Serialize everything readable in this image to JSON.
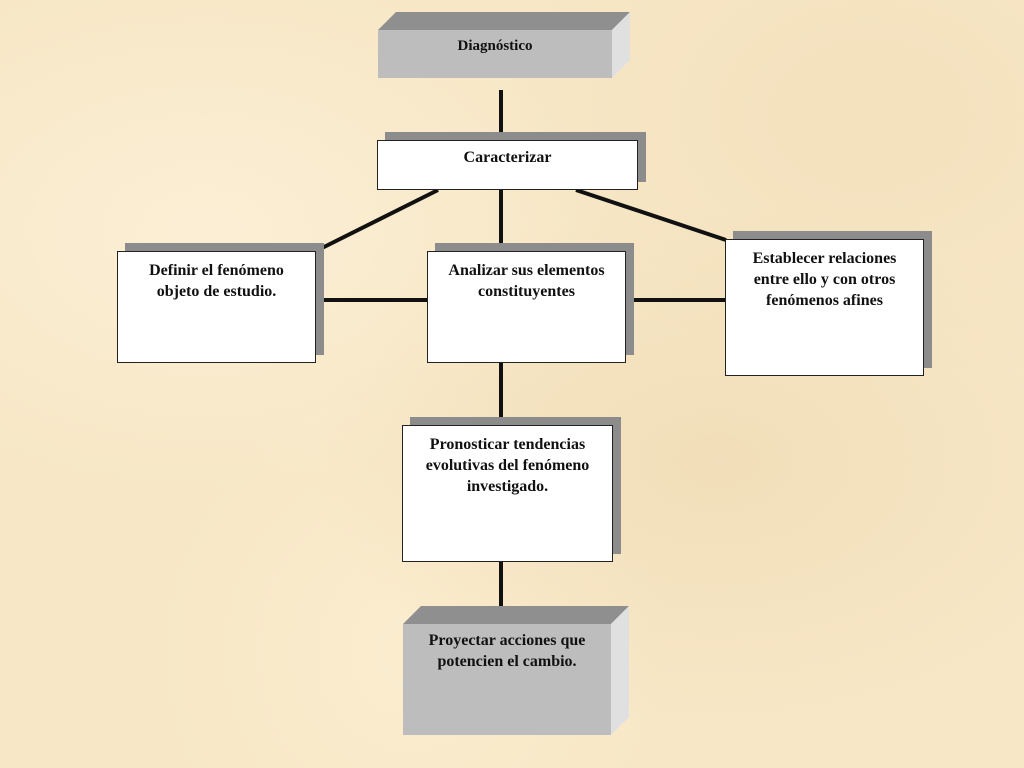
{
  "nodes": {
    "diagnostico": "Diagnóstico",
    "caracterizar": "Caracterizar",
    "definir": "Definir el fenómeno objeto de estudio.",
    "analizar": "Analizar sus elementos constituyentes",
    "establecer": "Establecer relaciones entre ello y con otros fenómenos afines",
    "pronosticar": "Pronosticar tendencias evolutivas del fenómeno investigado.",
    "proyectar": "Proyectar acciones que potencien el cambio."
  },
  "colors": {
    "background": "#f7e7c6",
    "box_fill": "#ffffff",
    "box_shadow": "#8c8c8c",
    "gray_box": "#bdbdbd",
    "connector": "#111111"
  }
}
